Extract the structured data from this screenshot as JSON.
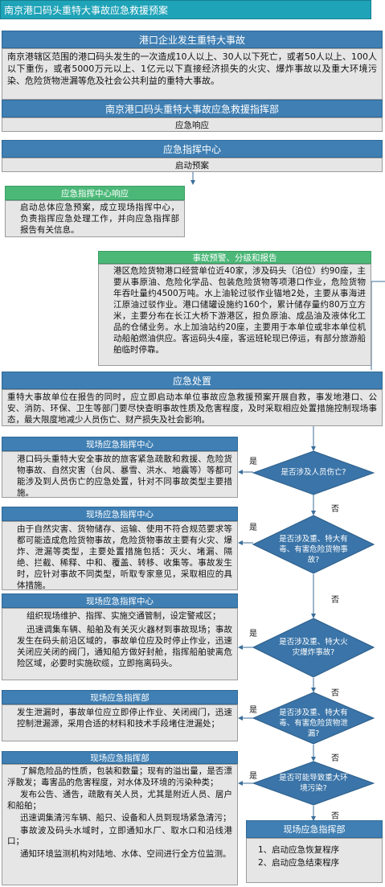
{
  "page_title": "南京港口码头重特大事故应急救援预案",
  "blocks": {
    "b1_title": "港口企业发生重特大事故",
    "b1_text": "南京港辖区范围的港口码头发生的一次造成10人以上、30人以下死亡，或者50人以上、100人以下重伤，或者5000万元以上、1亿元以下直接经济损失的火灾、爆炸事故以及重大环境污染、危险货物泄漏等危及社会公共利益的重特大事故。",
    "b2_title": "南京港口码头重特大事故应急救援指挥部",
    "b2_text": "应急响应",
    "b3_title": "应急指挥中心",
    "b3_text": "启动预案",
    "b4_title": "应急指挥中心响应",
    "b4_text": "启动总体应急预案，成立现场指挥中心，负责指挥应急处理工作，并向应急指挥部报告有关信息。",
    "b5_title": "事故预警、分级和报告",
    "b5_text": "港区危险货物港口经营单位近40家，涉及码头（泊位）约90座，主要从事原油、危险化学品、包装危险货物等项港口作业，危险货物年吞吐量约4500万吨。水上油轮过驳作业锚地2处，主要从事海进江原油过驳作业。港口储罐设施约160个，累计储存量约80万立方米，主要分布在长江大桥下游港区，担负原油、成品油及液体化工品的仓储业务。水上加油站约20座，主要用于本单位或非本单位机动船舶燃油供应。客运码头4座，客运班轮现已停运，有部分旅游船舶临时停靠。",
    "b6_title": "应急处置",
    "b6_text": "重特大事故单位在报告的同时，应立即启动本单位事故应急救援预案开展自救，事发地港口、公安、消防、环保、卫生等部门要尽快查明事故性质及危害程度，及时采取相应处置措施控制现场事态，最大限度地减少人员伤亡、财产损失及社会影响。",
    "c1_title": "现场应急指挥中心",
    "c1_text": "港口码头重特大安全事故的旅客紧急疏散和救援、危险货物事故、自然灾害（台风、暴雪、洪水、地震等）等都可能涉及到人员伤亡的应急处置，针对不同事故类型主要措施。",
    "c2_title": "现场应急指挥中心",
    "c2_text": "由于自然灾害、货物储存、运输、使用不符合规范要求等都可能造成危险货物事故，危险货物事故主要有火灾、爆炸、泄漏等类型，主要处置措施包括：灭火、堵漏、隔绝、拦截、稀释、中和、覆盖、转移、收集等。事故发生时，应针对事故不同类型，听取专家意见，采取相应的具体措施。",
    "c3_title": "现场应急指挥中心",
    "c3_text1": "组织现场维护、指挥、实施交通管制，设定警戒区；",
    "c3_text2": "迅速调集车辆、船舶及有关灭火器材到事故现场；事故发生在码头前沿区域的，事故单位应及时停止作业，迅速关闭应关闭的阀门，通知船方做好封舱，指挥船舶驶离危险区域，必要时实施砍缆，立即拖离码头。",
    "c4_title": "现场应急指挥部",
    "c4_text": "发生泄漏时，事故单位应立即停止作业、关闭阀门，迅速控制泄漏源，采用合适的材料和技术手段堵住泄漏处；",
    "c5_title": "现场应急指挥部",
    "c5_p1": "了解危险品的性质，包装和数量；现有的溢出量，是否漂浮散发；毒害品的危害程度，对水体及环境的污染种类；",
    "c5_p2": "发布公告、通告，疏散有关人员，尤其是附近人员、居户和船舶；",
    "c5_p3": "迅速调集清污车辆、船只、设备和人员到现场紧急清污；",
    "c5_p4": "事故波及码头水域时，立即通知水厂、取水口和沿线港口；",
    "c5_p5": "通知环境监测机构对陆地、水体、空间进行全方位监测。",
    "c6_title": "现场应急指挥部",
    "c6_item1": "1、启动应急恢复程序",
    "c6_item2": "2、启动应急结束程序"
  },
  "decisions": {
    "d1": "是否涉及人员伤亡?",
    "d2": "是否涉及重、特大有毒、有害危险货物事故?",
    "d3": "是否涉及重、特大火灾爆炸事故?",
    "d4": "是否涉及重、特大有毒、有害危险货物泄漏?",
    "d5": "是否可能导致重大环境污染?"
  },
  "labels": {
    "yes": "是",
    "no": "否"
  },
  "colors": {
    "header_blue": "#3f7fb3",
    "header_green": "#4cb878",
    "title_teal": "#1fa3b8",
    "box_grey": "#e6e6e6"
  }
}
